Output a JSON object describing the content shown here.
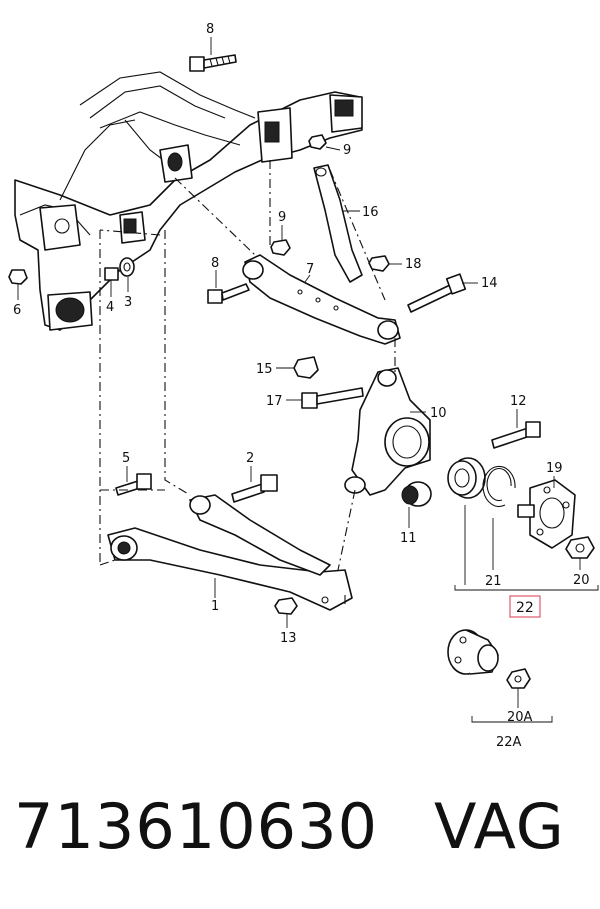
{
  "diagram": {
    "labels": [
      {
        "key": "l8a",
        "text": "8"
      },
      {
        "key": "l9a",
        "text": "9"
      },
      {
        "key": "l16",
        "text": "16"
      },
      {
        "key": "l9b",
        "text": "9"
      },
      {
        "key": "l8b",
        "text": "8"
      },
      {
        "key": "l7",
        "text": "7"
      },
      {
        "key": "l18",
        "text": "18"
      },
      {
        "key": "l14",
        "text": "14"
      },
      {
        "key": "l6",
        "text": "6"
      },
      {
        "key": "l4",
        "text": "4"
      },
      {
        "key": "l3",
        "text": "3"
      },
      {
        "key": "l15",
        "text": "15"
      },
      {
        "key": "l17",
        "text": "17"
      },
      {
        "key": "l10",
        "text": "10"
      },
      {
        "key": "l12",
        "text": "12"
      },
      {
        "key": "l19",
        "text": "19"
      },
      {
        "key": "l5",
        "text": "5"
      },
      {
        "key": "l2",
        "text": "2"
      },
      {
        "key": "l11",
        "text": "11"
      },
      {
        "key": "l21",
        "text": "21"
      },
      {
        "key": "l20",
        "text": "20"
      },
      {
        "key": "l1",
        "text": "1"
      },
      {
        "key": "l22",
        "text": "22"
      },
      {
        "key": "l13",
        "text": "13"
      },
      {
        "key": "l20A",
        "text": "20A"
      },
      {
        "key": "l22A",
        "text": "22A"
      }
    ],
    "highlight_color": "#e05a6a"
  },
  "footer": {
    "part_number": "713610630",
    "vendor": "VAG"
  }
}
